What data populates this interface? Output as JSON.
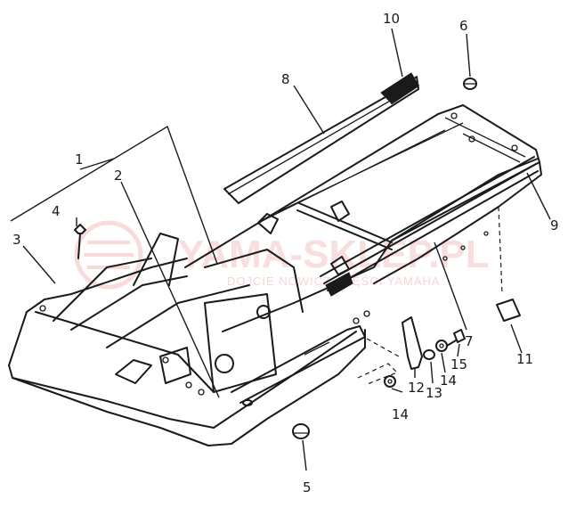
{
  "diagram": {
    "labels": [
      {
        "id": "1",
        "text": "1"
      },
      {
        "id": "2",
        "text": "2"
      },
      {
        "id": "3",
        "text": "3"
      },
      {
        "id": "4",
        "text": "4"
      },
      {
        "id": "5",
        "text": "5"
      },
      {
        "id": "6",
        "text": "6"
      },
      {
        "id": "7",
        "text": "7"
      },
      {
        "id": "8",
        "text": "8"
      },
      {
        "id": "9",
        "text": "9"
      },
      {
        "id": "10",
        "text": "10"
      },
      {
        "id": "11",
        "text": "11"
      },
      {
        "id": "12",
        "text": "12"
      },
      {
        "id": "13",
        "text": "13"
      },
      {
        "id": "14a",
        "text": "14"
      },
      {
        "id": "14b",
        "text": "14"
      },
      {
        "id": "15",
        "text": "15"
      }
    ]
  },
  "watermark": {
    "main_text": "YAMA-SKLEP.PL",
    "sub_text": "DOJCIE NOWICZ CZĘŚCI YAMAHA",
    "color": "#f3c4c4"
  }
}
